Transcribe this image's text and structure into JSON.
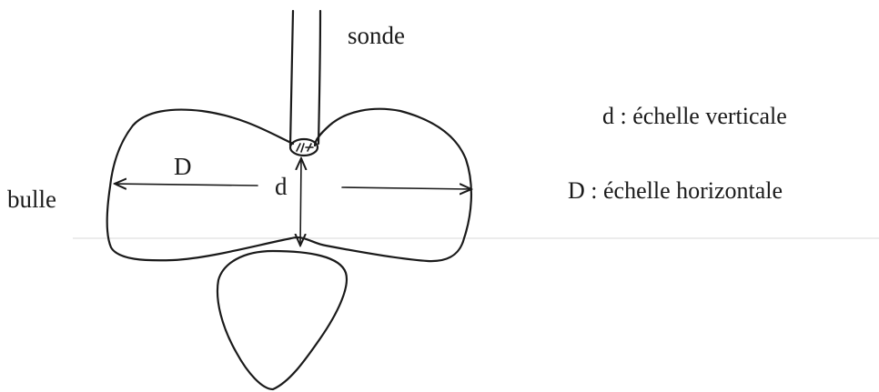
{
  "labels": {
    "probe": "sonde",
    "bubble": "bulle",
    "horizontal_symbol": "D",
    "vertical_symbol": "d"
  },
  "legend": [
    {
      "text": "d : échelle verticale"
    },
    {
      "text": "D : échelle horizontale"
    }
  ],
  "colors": {
    "ink": "#1a1a1a",
    "background": "#ffffff"
  }
}
